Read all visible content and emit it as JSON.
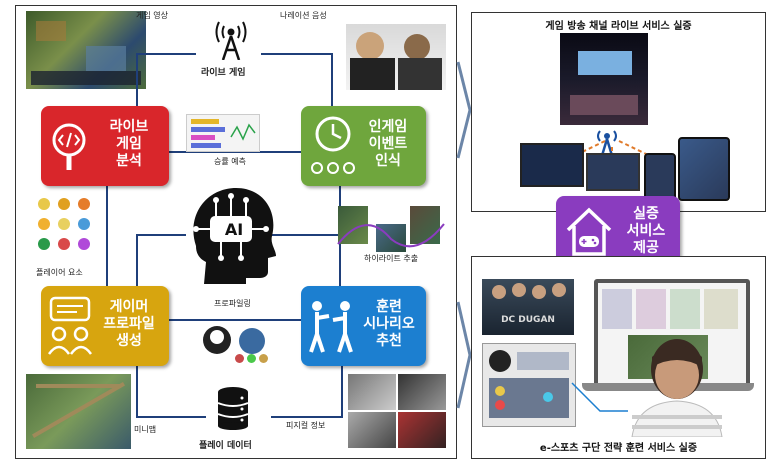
{
  "left": {
    "captions": {
      "game_video": "게임 영상",
      "narration": "나레이션 음성",
      "live_game": "라이브 게임",
      "win_predict": "승률 예측",
      "player_elements": "플레이어 요소",
      "highlight": "하이라이트 추출",
      "profiling": "프로파일링",
      "minimap": "미니맵",
      "physical": "피지컬 정보",
      "play_data": "플레이 데이터"
    },
    "modules": {
      "live_analysis": "라이브\n게임\n분석",
      "event_recog": "인게임\n이벤트\n인식",
      "gamer_profile": "게이머\n프로파일\n생성",
      "training": "훈련\n시나리오\n추천"
    },
    "ai_label": "AI"
  },
  "right": {
    "top_title": "게임 방송 채널 라이브 서비스 실증",
    "service": "실증\n서비스\n제공",
    "bottom_title": "e-스포츠 구단 전략 훈련 서비스 실증",
    "team_logo": "DC DUGAN"
  },
  "colors": {
    "red": "#d9262b",
    "green": "#6fa63d",
    "yellow": "#d7a50f",
    "blue": "#1c7fd0",
    "purple": "#8a3cbf",
    "line": "#1f3f7a"
  }
}
